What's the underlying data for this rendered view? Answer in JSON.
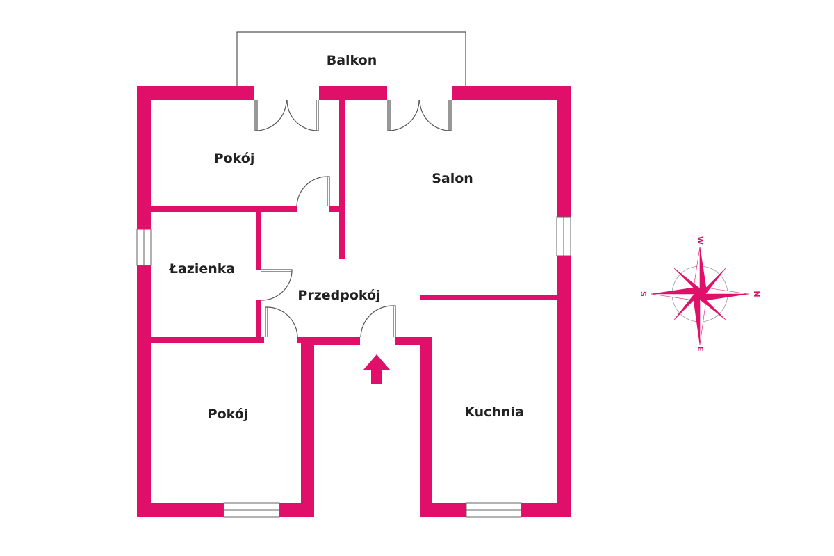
{
  "colors": {
    "wall": "#e0106a",
    "text": "#222222"
  },
  "rooms": {
    "balcony": "Balkon",
    "room_top": "Pokój",
    "living": "Salon",
    "bathroom": "Łazienka",
    "hall": "Przedpokój",
    "room_bottom": "Pokój",
    "kitchen": "Kuchnia"
  },
  "compass": {
    "top": "W",
    "bottom": "E",
    "left": "S",
    "right": "N"
  },
  "icons": {
    "entrance": "arrow-up-icon",
    "compass": "compass-rose-icon"
  }
}
